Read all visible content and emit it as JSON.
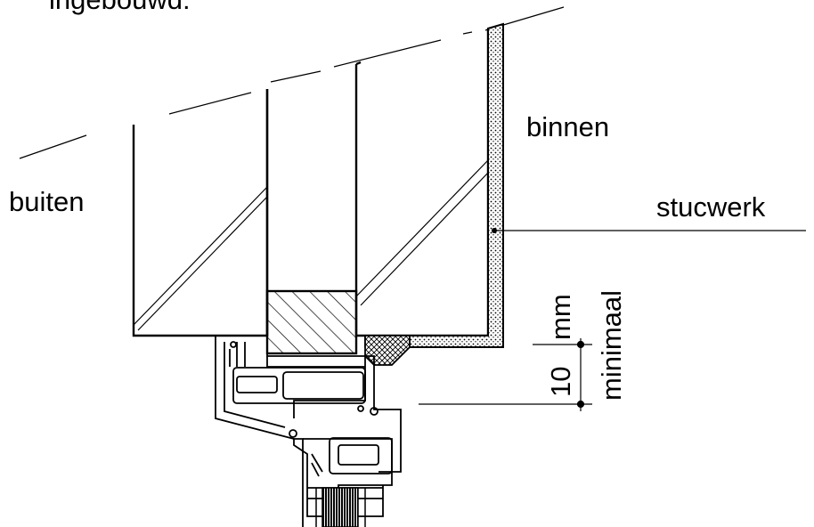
{
  "labels": {
    "top_partial": "ingebouwd:",
    "buiten": "buiten",
    "binnen": "binnen",
    "stucwerk": "stucwerk",
    "dimension_value": "10",
    "dimension_unit": "mm",
    "dimension_note": "minimaal"
  },
  "colors": {
    "ink": "#000000",
    "background": "#ffffff"
  }
}
